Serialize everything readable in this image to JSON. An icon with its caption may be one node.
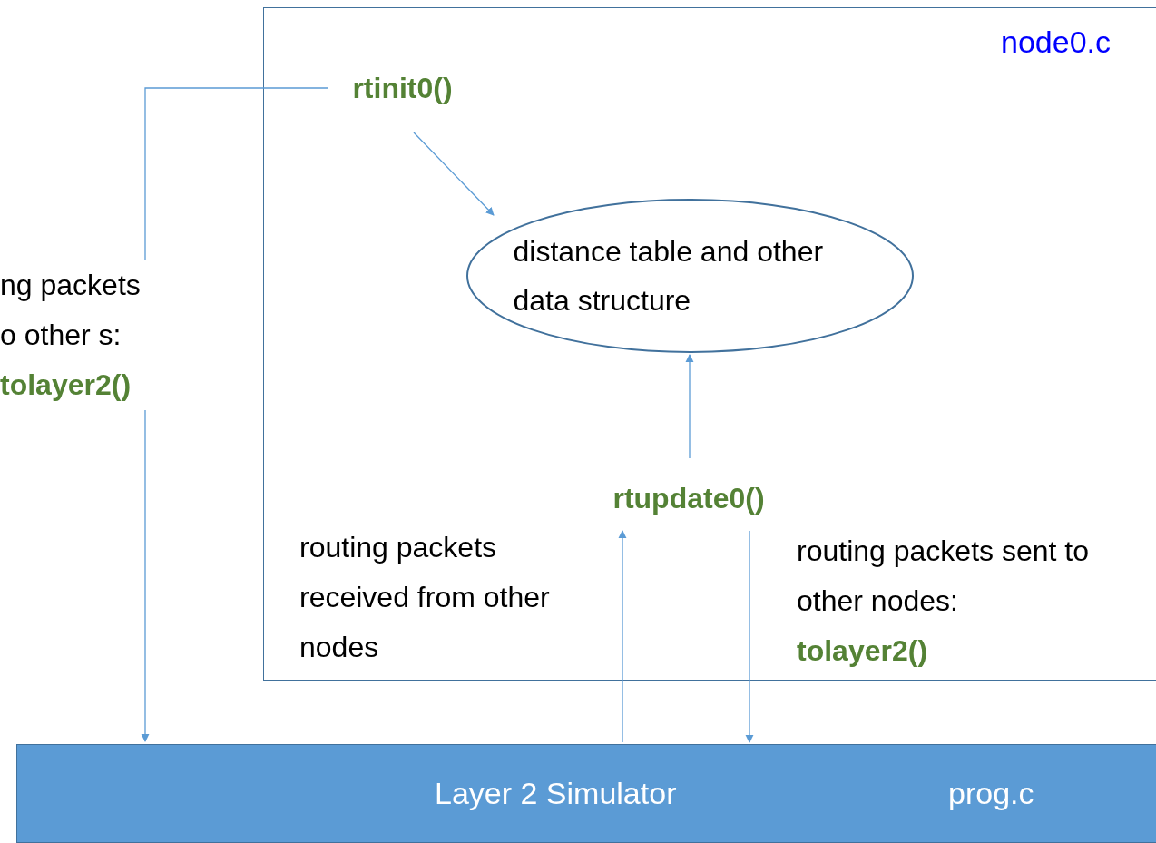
{
  "diagram": {
    "nodes": [
      {
        "text": [
          "node0.c"
        ]
      },
      {
        "text": [
          "rtinit0()"
        ],
        "in": 0
      },
      {
        "text": [
          "distance table and other data structure"
        ],
        "in": 0
      },
      {
        "text": [
          "rtupdate0()"
        ],
        "in": 0
      },
      {
        "text": [
          "Layer 2 Simulator",
          "prog.c"
        ]
      }
    ],
    "edges": [
      {
        "from": 1,
        "to": 4,
        "arrow": "to",
        "label": "ng packets o other s: **tolayer2()**"
      },
      {
        "from": 1,
        "to": 2,
        "arrow": "to"
      },
      {
        "from": 3,
        "to": 2,
        "arrow": "to"
      },
      {
        "from": 4,
        "to": 3,
        "arrow": "to",
        "label": "routing packets received from other nodes"
      },
      {
        "from": 3,
        "to": 4,
        "arrow": "to",
        "label": "routing packets sent to other nodes: **tolayer2()**"
      }
    ]
  }
}
